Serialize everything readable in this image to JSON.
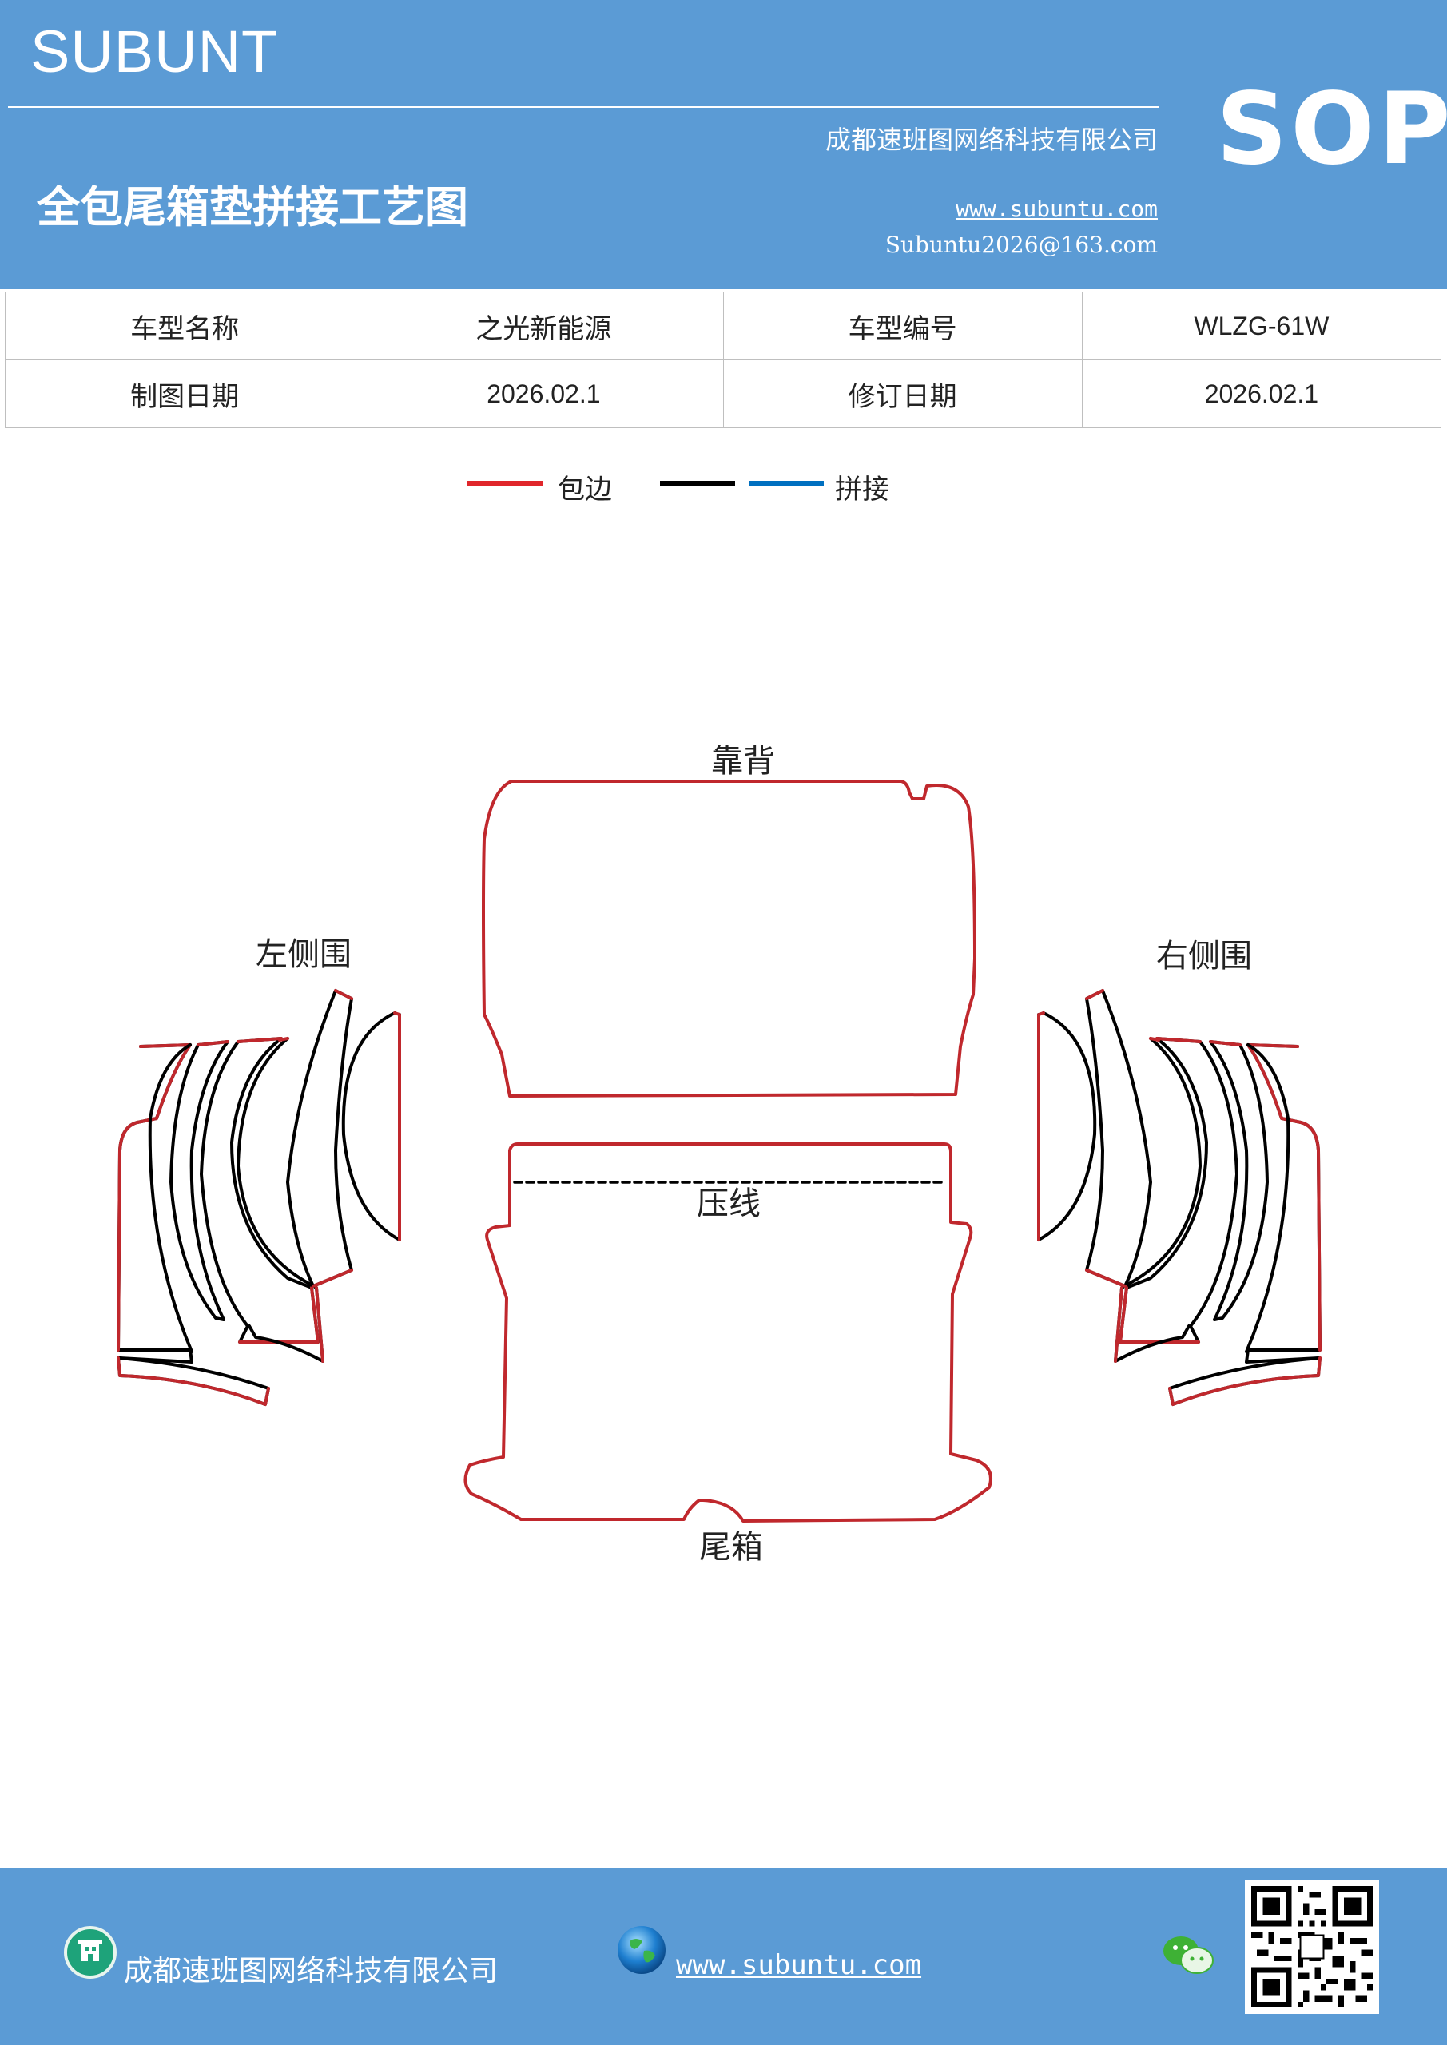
{
  "header": {
    "brand": "SUBUNT",
    "title": "全包尾箱垫拼接工艺图",
    "company": "成都速班图网络科技有限公司",
    "website": "www.subuntu.com",
    "email": "Subuntu2026@163.com",
    "badge": "SOP"
  },
  "info_table": {
    "rows": [
      {
        "label1": "车型名称",
        "value1": "之光新能源",
        "label2": "车型编号",
        "value2": "WLZG-61W"
      },
      {
        "label1": "制图日期",
        "value1": "2026.02.1",
        "label2": "修订日期",
        "value2": "2026.02.1"
      }
    ]
  },
  "legend": {
    "items": [
      {
        "label": "包边",
        "color": "#e0262b"
      },
      {
        "label": "",
        "color": "#000000"
      },
      {
        "label": "拼接",
        "color": "#0070c0"
      }
    ]
  },
  "diagram": {
    "labels": {
      "backrest": "靠背",
      "left_side": "左侧围",
      "right_side": "右侧围",
      "press_line": "压线",
      "trunk": "尾箱"
    },
    "colors": {
      "edge": "#c0282d",
      "seam": "#000000"
    }
  },
  "footer": {
    "company": "成都速班图网络科技有限公司",
    "website": "www.subuntu.com",
    "icons": [
      "building-icon",
      "globe-icon",
      "wechat-icon",
      "qr-code"
    ]
  }
}
